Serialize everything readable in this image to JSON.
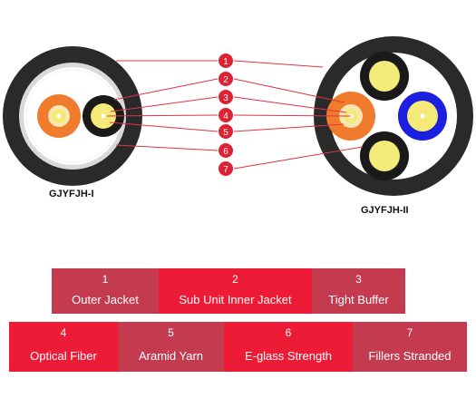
{
  "cables": [
    {
      "label": "GJYFJH-I"
    },
    {
      "label": "GJYFJH-II"
    }
  ],
  "markers": [
    "1",
    "2",
    "3",
    "4",
    "5",
    "6",
    "7"
  ],
  "legend": [
    {
      "number": "1",
      "name": "Outer Jacket",
      "color": "#c43a4f"
    },
    {
      "number": "2",
      "name": "Sub Unit Inner Jacket",
      "color": "#ee1b36"
    },
    {
      "number": "3",
      "name": "Tight Buffer",
      "color": "#c43a4f"
    },
    {
      "number": "4",
      "name": "Optical Fiber",
      "color": "#ee1b36"
    },
    {
      "number": "5",
      "name": "Aramid Yarn",
      "color": "#c43a4f"
    },
    {
      "number": "6",
      "name": "E-glass Strength",
      "color": "#ee1b36"
    },
    {
      "number": "7",
      "name": "Fillers Stranded",
      "color": "#c43a4f"
    }
  ],
  "colors": {
    "jacket": "#2a2a2a",
    "subunit_jacket": "#f07b2c",
    "buffer": "#f3ea7a",
    "blue_unit": "#1c1ee0",
    "marker": "#dd2233",
    "leader_line": "#e23344",
    "filler": "#d9d9d9"
  }
}
